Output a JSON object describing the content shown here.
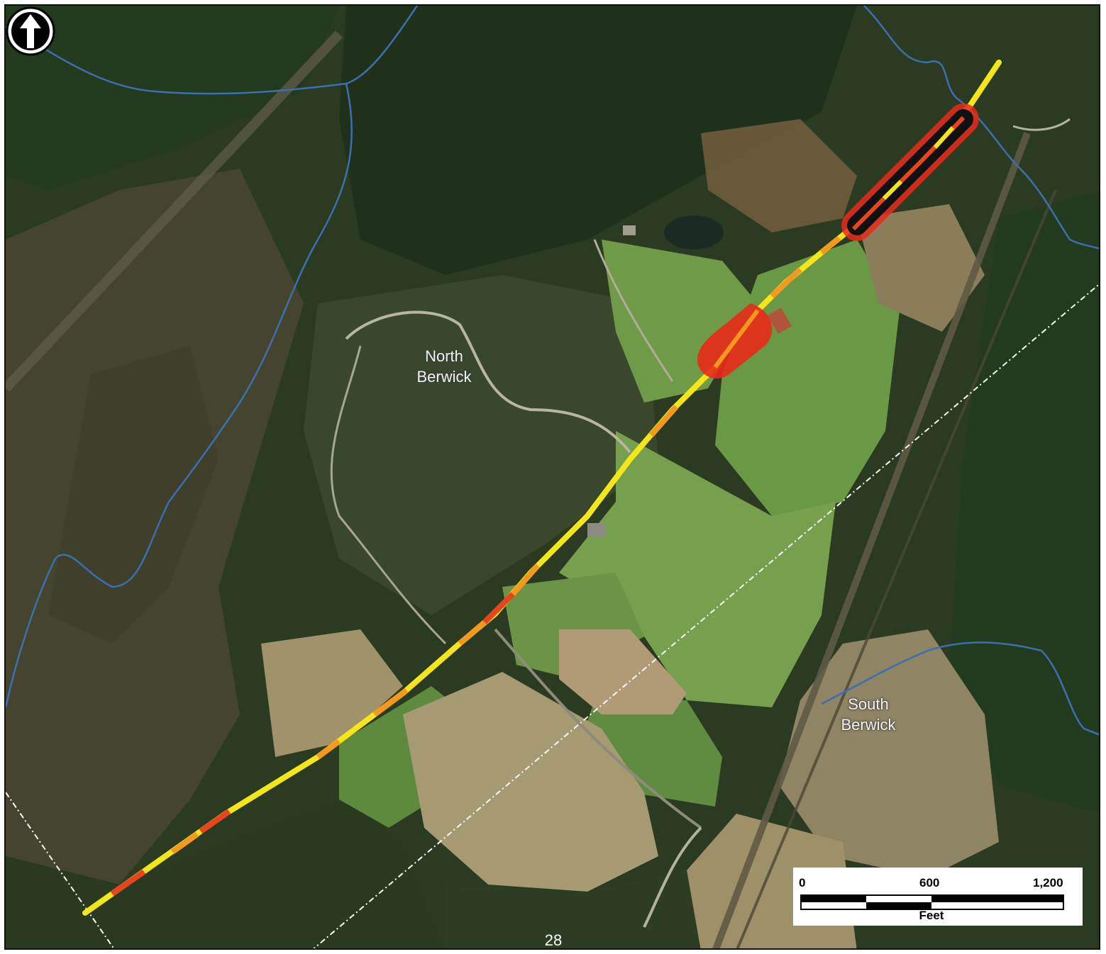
{
  "map": {
    "places": [
      {
        "id": "north-berwick",
        "label": "North\nBerwick"
      },
      {
        "id": "south-berwick",
        "label": "South\nBerwick"
      }
    ],
    "scale_bar": {
      "ticks": [
        "0",
        "600",
        "1,200"
      ],
      "unit": "Feet"
    },
    "north_arrow_icon": "north-arrow-icon",
    "colors": {
      "route_yellow": "#f5e61c",
      "route_orange": "#f39a1e",
      "route_red": "#e8441e",
      "hotspot_red": "#e82a1a",
      "hotspot_black": "#111111",
      "stream_blue": "#3c6fb0",
      "boundary_white": "#ffffff"
    }
  },
  "page": {
    "number": "28"
  }
}
